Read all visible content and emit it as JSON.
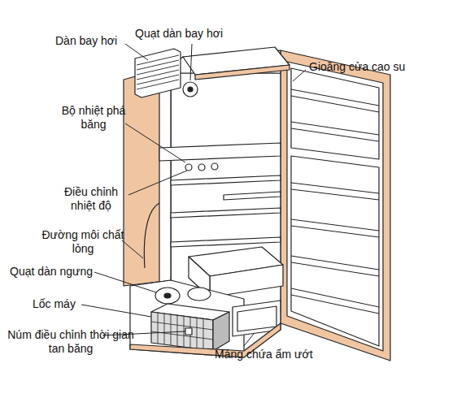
{
  "diagram": {
    "labels": [
      "Dàn bay hơi",
      "Quạt dàn bay hơi",
      "Gioăng cửa cao su",
      "Bộ nhiệt phá băng",
      "Điều chỉnh nhiệt độ",
      "Đường môi chất lỏng",
      "Quạt dàn ngưng",
      "Lốc máy",
      "Núm điều chỉnh thời gian tan băng",
      "Máng chứa ẩm ướt"
    ]
  }
}
